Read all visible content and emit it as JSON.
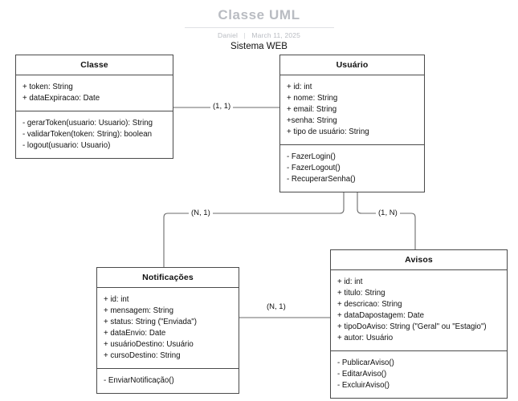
{
  "header": {
    "title": "Classe UML",
    "author": "Daniel",
    "separator": "|",
    "date": "March 11, 2025",
    "subtitle": "Sistema WEB"
  },
  "diagram": {
    "type": "uml-class-diagram",
    "classes": [
      {
        "id": "classe",
        "name": "Classe",
        "attributes": [
          "+ token: String",
          "+ dataExpiracao: Date"
        ],
        "methods": [
          "- gerarToken(usuario: Usuario): String",
          "- validarToken(token: String): boolean",
          "- logout(usuario: Usuario)"
        ]
      },
      {
        "id": "usuario",
        "name": "Usuário",
        "attributes": [
          "+ id: int",
          "+ nome: String",
          "+ email: String",
          "+senha: String",
          "+ tipo de usuário: String"
        ],
        "methods": [
          "- FazerLogin()",
          "- FazerLogout()",
          "- RecuperarSenha()"
        ]
      },
      {
        "id": "notificacoes",
        "name": "Notificações",
        "attributes": [
          "+ id: int",
          "+ mensagem: String",
          "+ status: String (\"Enviada\")",
          "+ dataEnvio: Date",
          "+ usuárioDestino: Usuário",
          "+ cursoDestino: String"
        ],
        "methods": [
          "- EnviarNotificação()"
        ]
      },
      {
        "id": "avisos",
        "name": "Avisos",
        "attributes": [
          "+ id: int",
          "+ titulo: String",
          "+ descricao: String",
          "+ dataDapostagem: Date",
          "+ tipoDoAviso: String (\"Geral\" ou \"Estagio\")",
          "+ autor: Usuário"
        ],
        "methods": [
          "- PublicarAviso()",
          "- EditarAviso()",
          "- ExcluirAviso()"
        ]
      }
    ],
    "associations": [
      {
        "id": "classe-usuario",
        "from": "classe",
        "to": "usuario",
        "multiplicity": "(1, 1)"
      },
      {
        "id": "usuario-notif",
        "from": "usuario",
        "to": "notificacoes",
        "multiplicity": "(N, 1)"
      },
      {
        "id": "usuario-avisos",
        "from": "usuario",
        "to": "avisos",
        "multiplicity": "(1, N)"
      },
      {
        "id": "notif-avisos",
        "from": "notificacoes",
        "to": "avisos",
        "multiplicity": "(N, 1)"
      }
    ]
  },
  "colors": {
    "box_border": "#4a4a4a",
    "connector": "#6b6b6b",
    "title_gray": "#b9bcc2",
    "text": "#111111",
    "background": "#ffffff"
  }
}
